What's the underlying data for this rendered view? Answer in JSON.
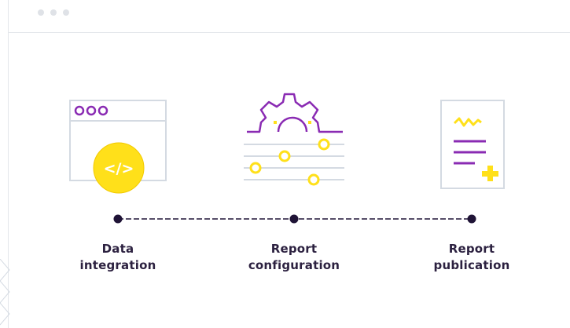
{
  "window": {
    "controls": [
      "window-dot",
      "window-dot",
      "window-dot"
    ]
  },
  "colors": {
    "purple": "#8a2bb3",
    "yellow": "#ffe01a",
    "outline": "#d4dae2",
    "navy": "#2c2140",
    "timeline": "#1f1336"
  },
  "steps": [
    {
      "line1": "Data",
      "line2": "integration",
      "icon": "browser-code-icon"
    },
    {
      "line1": "Report",
      "line2": "configuration",
      "icon": "gear-settings-icon"
    },
    {
      "line1": "Report",
      "line2": "publication",
      "icon": "document-publish-icon"
    }
  ],
  "code_badge": "</>"
}
